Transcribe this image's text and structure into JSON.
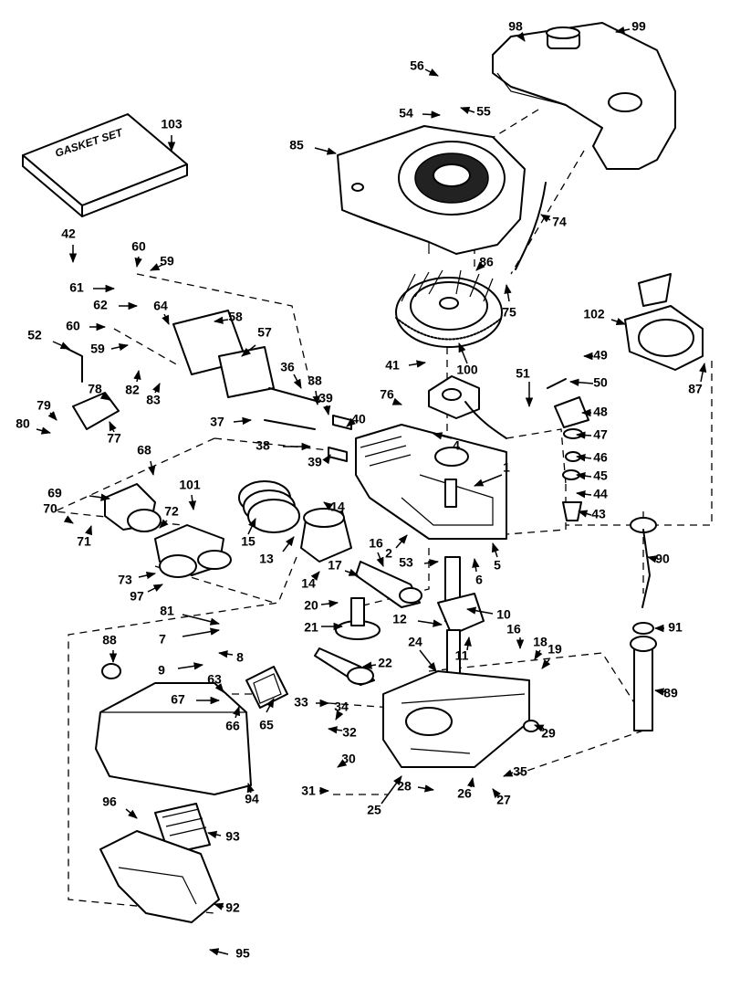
{
  "gasket_label": "GASKET SET",
  "callouts": [
    {
      "text": "1"
    },
    {
      "text": "2"
    },
    {
      "text": "4"
    },
    {
      "text": "5"
    },
    {
      "text": "6"
    },
    {
      "text": "7"
    },
    {
      "text": "8"
    },
    {
      "text": "9"
    },
    {
      "text": "10"
    },
    {
      "text": "11"
    },
    {
      "text": "12"
    },
    {
      "text": "13"
    },
    {
      "text": "14"
    },
    {
      "text": "14"
    },
    {
      "text": "15"
    },
    {
      "text": "16"
    },
    {
      "text": "16"
    },
    {
      "text": "17"
    },
    {
      "text": "18"
    },
    {
      "text": "19"
    },
    {
      "text": "20"
    },
    {
      "text": "21"
    },
    {
      "text": "22"
    },
    {
      "text": "24"
    },
    {
      "text": "25"
    },
    {
      "text": "26"
    },
    {
      "text": "27"
    },
    {
      "text": "28"
    },
    {
      "text": "29"
    },
    {
      "text": "30"
    },
    {
      "text": "31"
    },
    {
      "text": "32"
    },
    {
      "text": "33"
    },
    {
      "text": "34"
    },
    {
      "text": "35"
    },
    {
      "text": "36"
    },
    {
      "text": "37"
    },
    {
      "text": "38"
    },
    {
      "text": "38"
    },
    {
      "text": "39"
    },
    {
      "text": "39"
    },
    {
      "text": "40"
    },
    {
      "text": "41"
    },
    {
      "text": "42"
    },
    {
      "text": "43"
    },
    {
      "text": "44"
    },
    {
      "text": "45"
    },
    {
      "text": "46"
    },
    {
      "text": "47"
    },
    {
      "text": "48"
    },
    {
      "text": "49"
    },
    {
      "text": "50"
    },
    {
      "text": "51"
    },
    {
      "text": "52"
    },
    {
      "text": "53"
    },
    {
      "text": "54"
    },
    {
      "text": "55"
    },
    {
      "text": "56"
    },
    {
      "text": "57"
    },
    {
      "text": "58"
    },
    {
      "text": "59"
    },
    {
      "text": "59"
    },
    {
      "text": "60"
    },
    {
      "text": "60"
    },
    {
      "text": "61"
    },
    {
      "text": "62"
    },
    {
      "text": "63"
    },
    {
      "text": "64"
    },
    {
      "text": "65"
    },
    {
      "text": "66"
    },
    {
      "text": "67"
    },
    {
      "text": "68"
    },
    {
      "text": "69"
    },
    {
      "text": "70"
    },
    {
      "text": "71"
    },
    {
      "text": "72"
    },
    {
      "text": "73"
    },
    {
      "text": "74"
    },
    {
      "text": "75"
    },
    {
      "text": "76"
    },
    {
      "text": "77"
    },
    {
      "text": "78"
    },
    {
      "text": "79"
    },
    {
      "text": "80"
    },
    {
      "text": "81"
    },
    {
      "text": "82"
    },
    {
      "text": "83"
    },
    {
      "text": "85"
    },
    {
      "text": "86"
    },
    {
      "text": "87"
    },
    {
      "text": "88"
    },
    {
      "text": "89"
    },
    {
      "text": "90"
    },
    {
      "text": "91"
    },
    {
      "text": "92"
    },
    {
      "text": "93"
    },
    {
      "text": "94"
    },
    {
      "text": "95"
    },
    {
      "text": "96"
    },
    {
      "text": "97"
    },
    {
      "text": "98"
    },
    {
      "text": "99"
    },
    {
      "text": "100"
    },
    {
      "text": "101"
    },
    {
      "text": "102"
    },
    {
      "text": "103"
    }
  ]
}
